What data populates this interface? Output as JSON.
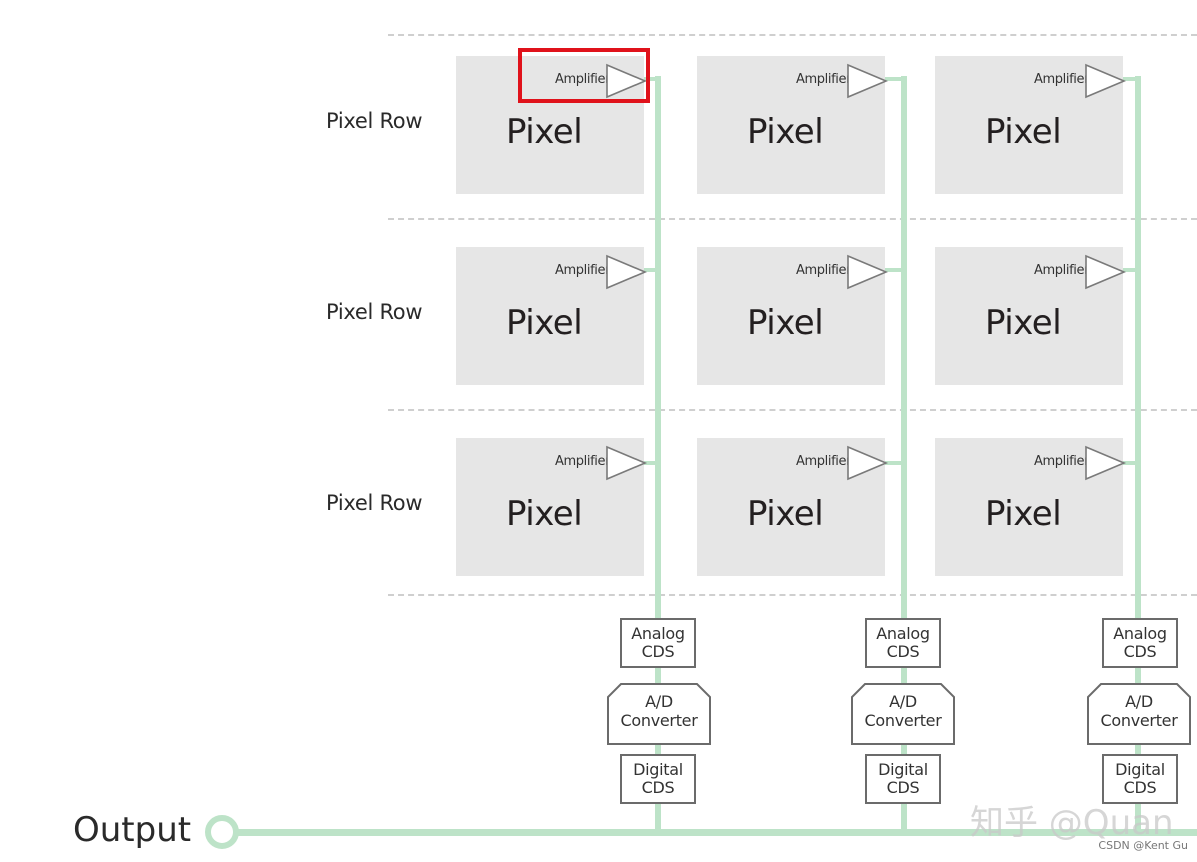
{
  "row_labels": [
    "Pixel Row",
    "Pixel Row",
    "Pixel Row"
  ],
  "pixel_label": "Pixel",
  "amplifier_label": "Amplifier",
  "analog_cds": [
    "Analog",
    "CDS"
  ],
  "adc": [
    "A/D",
    "Converter"
  ],
  "digital_cds": [
    "Digital",
    "CDS"
  ],
  "output_label": "Output",
  "watermark": "知乎 @Quan",
  "credit": "CSDN @Kent Gu",
  "colors": {
    "bus": "#bde3c8",
    "pixel_fill": "#e6e6e6",
    "separator": "#cfcfcf",
    "highlight": "#e0121b"
  }
}
